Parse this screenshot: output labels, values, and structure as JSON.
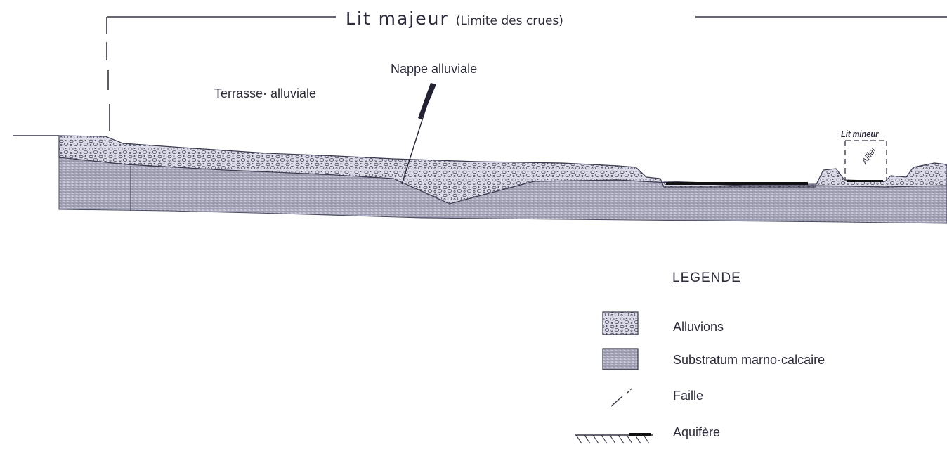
{
  "diagram": {
    "title_main": "Lit  majeur",
    "title_sub": "(Limite des crues)",
    "labels": {
      "nappe_alluviale": "Nappe alluviale",
      "terrasse_alluviale": "Terrasse· alluviale",
      "lit_mineur": "Lit mineur",
      "allier": "Allier"
    },
    "legend": {
      "title": "LEGENDE",
      "items": [
        {
          "label": "Alluvions",
          "icon": "alluvions-swatch-icon"
        },
        {
          "label": "Substratum marno·calcaire",
          "icon": "substratum-swatch-icon"
        },
        {
          "label": "Faille",
          "icon": "faille-line-icon"
        },
        {
          "label": "Aquifère",
          "icon": "aquifere-hatch-icon"
        }
      ]
    },
    "colors": {
      "ink": "#2a2a3a",
      "alluvions_fill": "#d8d8e6",
      "substratum_fill": "#b8b8cc",
      "aquifere": "#111111"
    }
  }
}
